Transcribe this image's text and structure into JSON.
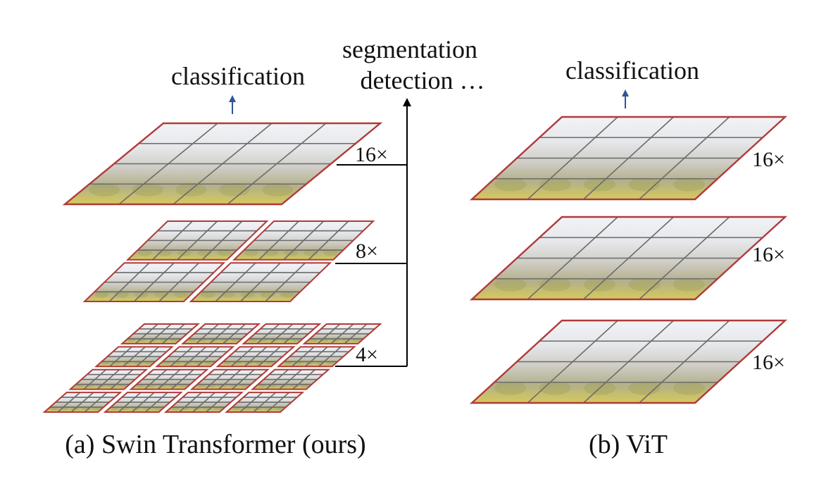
{
  "figure": {
    "left_top_label": "classification",
    "right_top_label": "classification",
    "tasks_line1": "segmentation",
    "tasks_line2": "detection …",
    "caption_a": "(a) Swin Transformer (ours)",
    "caption_b": "(b) ViT",
    "swin_scales": [
      "16×",
      "8×",
      "4×"
    ],
    "vit_scales": [
      "16×",
      "16×",
      "16×"
    ]
  },
  "colors": {
    "border": "#b03a3a",
    "grid": "#6b6b6b",
    "small_arrow": "#2f5597",
    "main_arrow": "#000000",
    "img_sky": "#eef1f4",
    "img_building": "#c9c8c2",
    "img_foliage": "#9a9f4f",
    "img_flowers": "#d9c95a"
  }
}
